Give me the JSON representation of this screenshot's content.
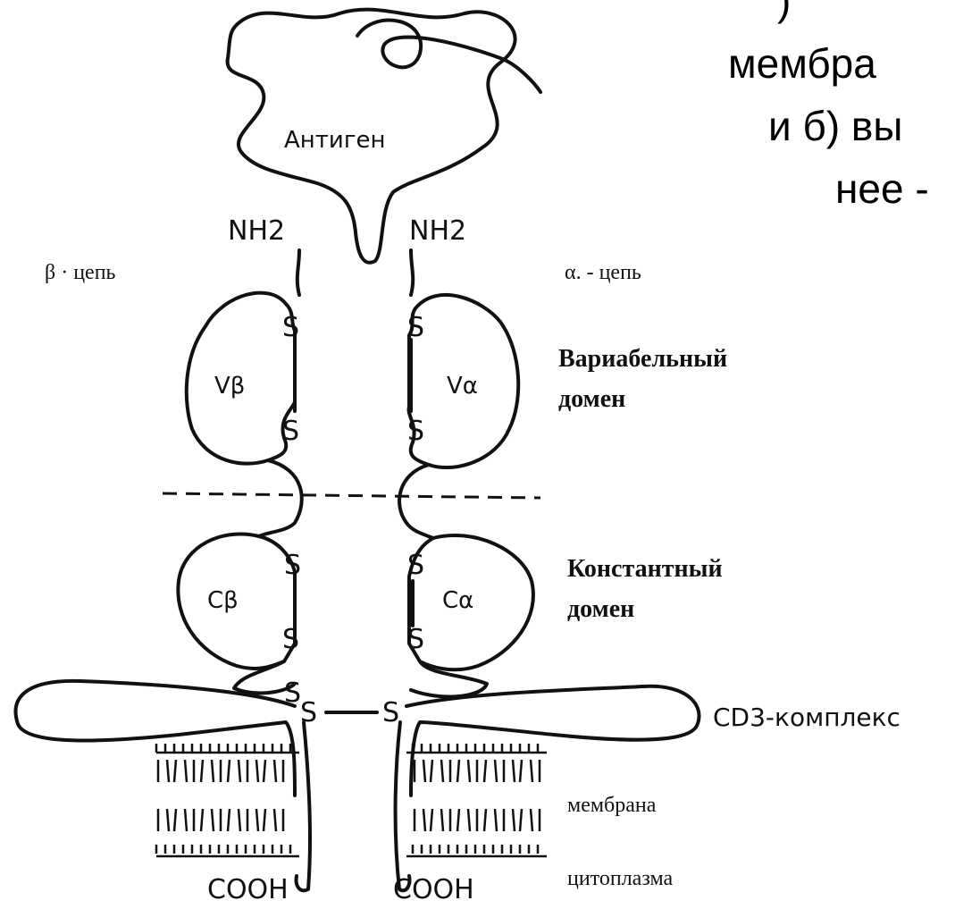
{
  "slide_text": {
    "line1": ") ",
    "line2": "мембра",
    "line3": "и б) вы",
    "line4": "нее -"
  },
  "labels": {
    "antigen": "Антиген",
    "nh2_left": "NH2",
    "nh2_right": "NH2",
    "beta_chain": "β · цепь",
    "alpha_chain": "α. - цепь",
    "variable_domain_line1": "Вариабельный",
    "variable_domain_line2": "домен",
    "constant_domain_line1": "Константный",
    "constant_domain_line2": "домен",
    "cd3_complex": "CD3-комплекс",
    "membrane": "мембрана",
    "cytoplasm": "цитоплазма",
    "cooh_left": "COOH",
    "cooh_right": "COOH",
    "v_beta": "Vβ",
    "v_alpha": "Vα",
    "c_beta": "Cβ",
    "c_alpha": "Cα",
    "s": "S"
  }
}
